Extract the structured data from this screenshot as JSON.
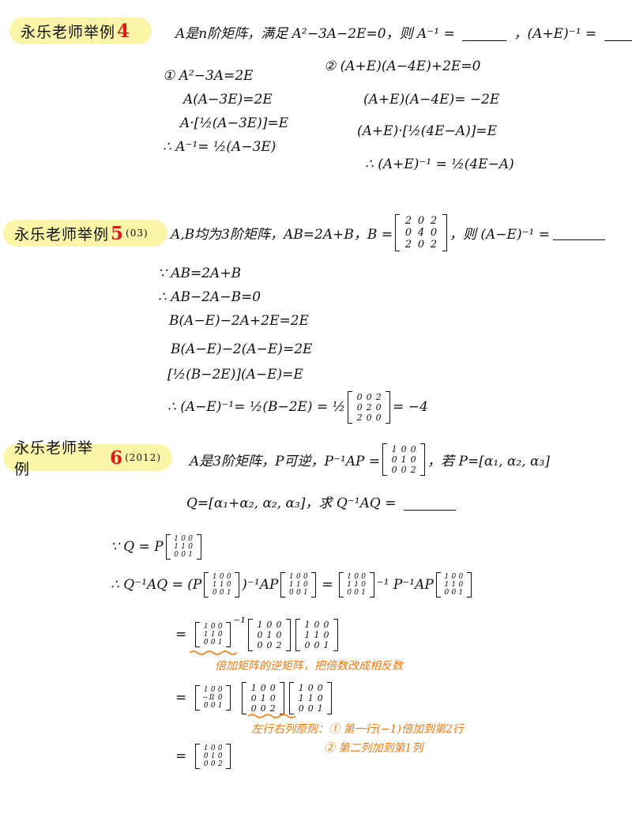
{
  "ex4": {
    "tag": "永乐老师举例",
    "num": "4",
    "problem_a": "A是n阶矩阵，满足 A²−3A−2E=0，则 A⁻¹ =",
    "problem_b": "，(A+E)⁻¹ =",
    "s1_head": "① A²−3A=2E",
    "s1_l2": "A(A−3E)=2E",
    "s1_l3": "A·[½(A−3E)]=E",
    "s1_l4": "∴ A⁻¹= ½(A−3E)",
    "s2_head": "② (A+E)(A−4E)+2E=0",
    "s2_l2": "(A+E)(A−4E)= −2E",
    "s2_l3": "(A+E)·[½(4E−A)]=E",
    "s2_l4": "∴ (A+E)⁻¹ = ½(4E−A)"
  },
  "ex5": {
    "tag": "永乐老师举例",
    "num": "5",
    "year": "(03)",
    "problem_a": "A,B均为3阶矩阵，AB=2A+B，B =",
    "problem_b": "，则 (A−E)⁻¹ =",
    "matrixB": [
      [
        "2",
        "0",
        "2"
      ],
      [
        "0",
        "4",
        "0"
      ],
      [
        "2",
        "0",
        "2"
      ]
    ],
    "l1": "∵ AB=2A+B",
    "l2": "∴ AB−2A−B=0",
    "l3": "B(A−E)−2A+2E=2E",
    "l4": "B(A−E)−2(A−E)=2E",
    "l5": "[½(B−2E)](A−E)=E",
    "l6a": "∴ (A−E)⁻¹= ½(B−2E) = ½",
    "l6b": "= −4",
    "matrixB2E": [
      [
        "0",
        "0",
        "2"
      ],
      [
        "0",
        "2",
        "0"
      ],
      [
        "2",
        "0",
        "0"
      ]
    ]
  },
  "ex6": {
    "tag": "永乐老师举例",
    "num": "6",
    "year": "(2012)",
    "problem_a": "A是3阶矩阵，P可逆，P⁻¹AP =",
    "problem_b": "，若 P=[α₁, α₂, α₃]",
    "problem_c": "Q=[α₁+α₂, α₂, α₃]，求 Q⁻¹AQ =",
    "diag": [
      [
        "1",
        "0",
        "0"
      ],
      [
        "0",
        "1",
        "0"
      ],
      [
        "0",
        "0",
        "2"
      ]
    ],
    "q_label": "∵ Q = P",
    "e21": [
      [
        "1",
        "0",
        "0"
      ],
      [
        "1",
        "1",
        "0"
      ],
      [
        "0",
        "0",
        "1"
      ]
    ],
    "r1a": "∴ Q⁻¹AQ = (P",
    "r1b": ")⁻¹AP",
    "r1c": "=",
    "r1d": "⁻¹ P⁻¹AP",
    "inv": "⁻¹",
    "eq": "=",
    "einv": [
      [
        "1",
        "0",
        "0"
      ],
      [
        "−1",
        "1",
        "0"
      ],
      [
        "0",
        "0",
        "1"
      ]
    ],
    "note1": "倍加矩阵的逆矩阵，把倍数改成相反数",
    "note2": "左行右列原则：① 第一行(−1)倍加到第2行",
    "note3": "② 第二列加到第1列"
  }
}
